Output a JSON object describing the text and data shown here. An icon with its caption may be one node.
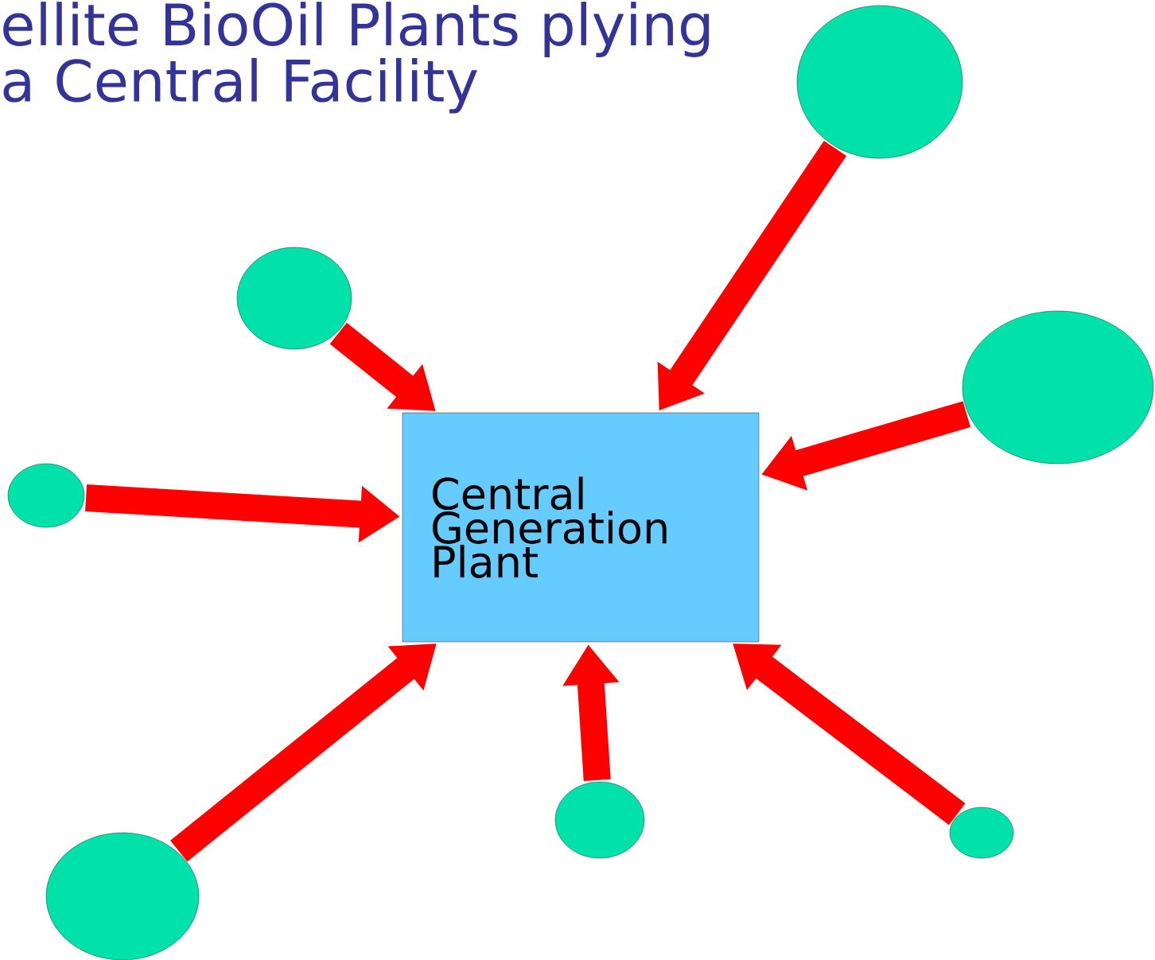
{
  "diagram": {
    "title": "ellite BioOil Plants plying a Central Facility",
    "nodes": [
      {
        "text": [
          "Central Generation Plant"
        ]
      },
      {
        "text": [],
        "shape": "circle"
      },
      {
        "text": [],
        "shape": "circle"
      },
      {
        "text": [],
        "shape": "circle"
      },
      {
        "text": [],
        "shape": "circle"
      },
      {
        "text": [],
        "shape": "circle"
      },
      {
        "text": [],
        "shape": "circle"
      },
      {
        "text": [],
        "shape": "circle"
      }
    ],
    "edges": [
      {
        "from": 1,
        "to": 0,
        "arrow": "to"
      },
      {
        "from": 2,
        "to": 0,
        "arrow": "to"
      },
      {
        "from": 3,
        "to": 0,
        "arrow": "to"
      },
      {
        "from": 4,
        "to": 0,
        "arrow": "to"
      },
      {
        "from": 5,
        "to": 0,
        "arrow": "to"
      },
      {
        "from": 6,
        "to": 0,
        "arrow": "to"
      },
      {
        "from": 7,
        "to": 0,
        "arrow": "to"
      }
    ]
  }
}
